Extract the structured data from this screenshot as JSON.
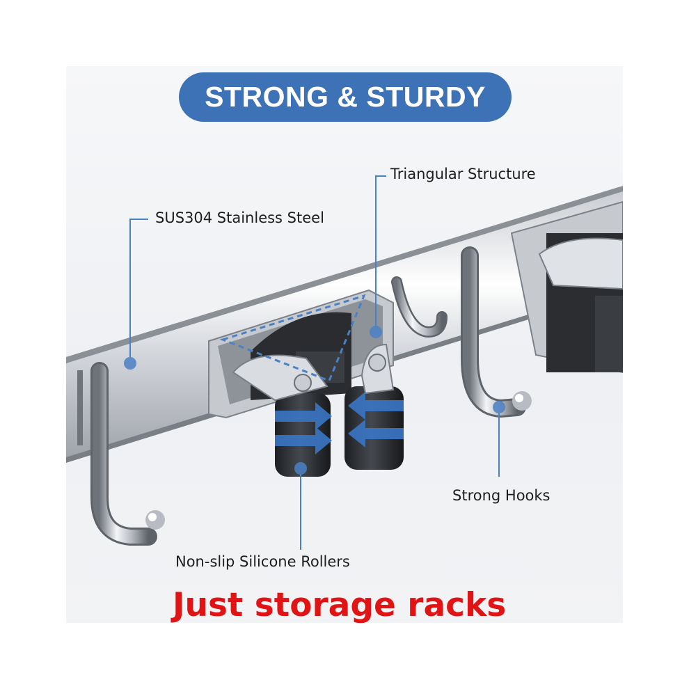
{
  "header": {
    "title": "STRONG & STURDY"
  },
  "callouts": {
    "steel": "SUS304 Stainless Steel",
    "triangle": "Triangular Structure",
    "hooks": "Strong Hooks",
    "rollers": "Non-slip Silicone Rollers"
  },
  "footer": {
    "caption": "Just storage racks"
  },
  "colors": {
    "accent": "#3d72b6",
    "caption": "#e01414",
    "callout_line": "#4a80c4"
  }
}
